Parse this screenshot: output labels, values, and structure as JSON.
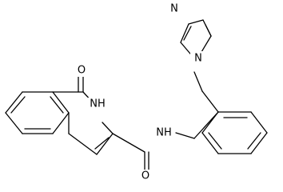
{
  "molecule": {
    "atoms": {
      "imidazole_n": "N",
      "imidazole_n_substituted": "N",
      "carbonyl_o": "O",
      "lactam_nh": "NH",
      "amide_nh": "NH",
      "amide_o": "O"
    }
  }
}
